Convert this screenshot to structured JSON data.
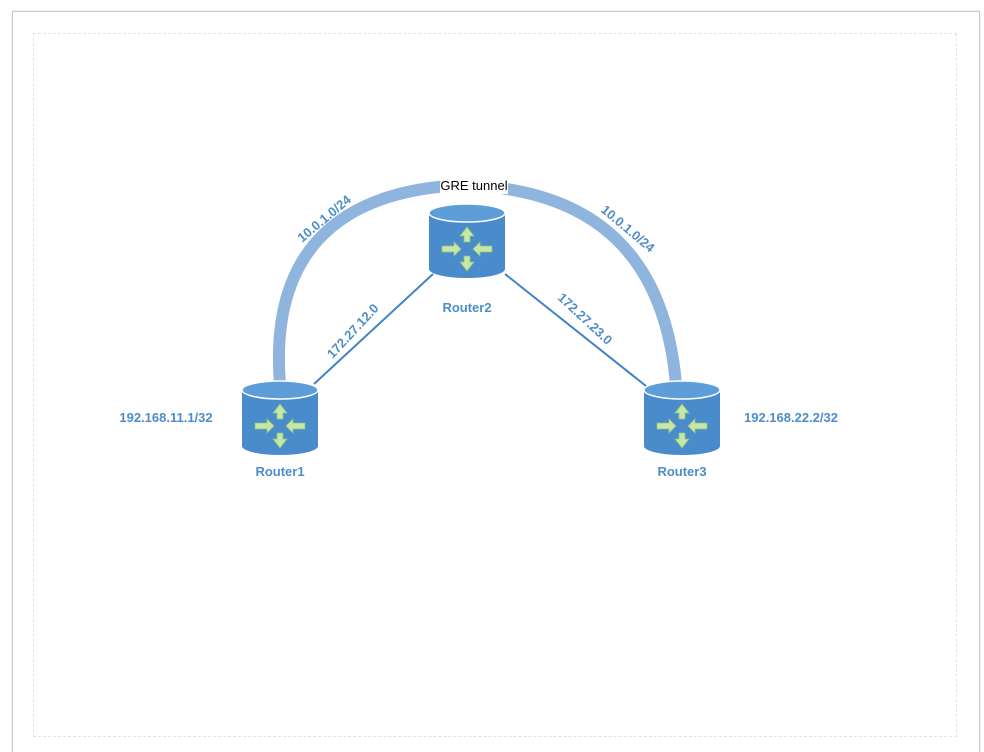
{
  "tunnel": {
    "label": "GRE tunnel",
    "left_subnet": "10.0.1.0/24",
    "right_subnet": "10.0.1.0/24"
  },
  "links": {
    "r1_r2": "172.27.12.0",
    "r2_r3": "172.27.23.0"
  },
  "routers": {
    "r1": {
      "name": "Router1",
      "loopback": "192.168.11.1/32"
    },
    "r2": {
      "name": "Router2"
    },
    "r3": {
      "name": "Router3",
      "loopback": "192.168.22.2/32"
    }
  },
  "colors": {
    "router": "#4a8ccb",
    "router_top": "#5e9ed8",
    "arrow": "#c5e8a8",
    "tunnel": "#8fb4de",
    "link": "#3f84c6",
    "label": "#4d8ec8"
  }
}
